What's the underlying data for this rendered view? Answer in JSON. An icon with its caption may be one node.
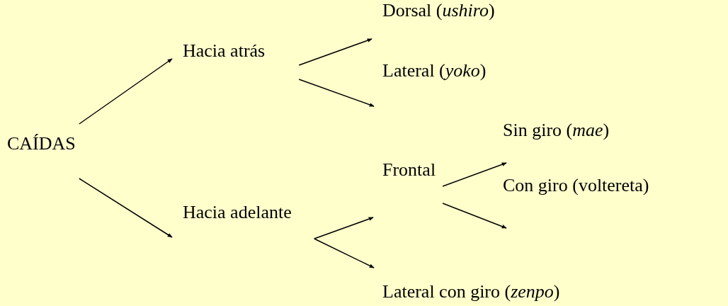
{
  "diagram": {
    "nodes": [
      {
        "text": [
          "CAÍDAS"
        ]
      },
      {
        "text": [
          "Hacia atrás"
        ]
      },
      {
        "text": [
          "Hacia adelante"
        ]
      },
      {
        "text": [
          "Dorsal (*ushiro*)"
        ]
      },
      {
        "text": [
          "Lateral (*yoko*)"
        ]
      },
      {
        "text": [
          "Frontal"
        ]
      },
      {
        "text": [
          "Lateral con giro (*zenpo*)"
        ]
      },
      {
        "text": [
          "Sin giro (*mae*)"
        ]
      },
      {
        "text": [
          "Con giro (voltereta)"
        ]
      }
    ],
    "edges": [
      {
        "from": 0,
        "to": 1,
        "arrow": "to"
      },
      {
        "from": 0,
        "to": 2,
        "arrow": "to"
      },
      {
        "from": 1,
        "to": 3,
        "arrow": "to"
      },
      {
        "from": 1,
        "to": 4,
        "arrow": "to"
      },
      {
        "from": 2,
        "to": 5,
        "arrow": "to"
      },
      {
        "from": 2,
        "to": 6,
        "arrow": "to"
      },
      {
        "from": 5,
        "to": 7,
        "arrow": "to"
      },
      {
        "from": 5,
        "to": 8,
        "arrow": "to"
      }
    ]
  }
}
